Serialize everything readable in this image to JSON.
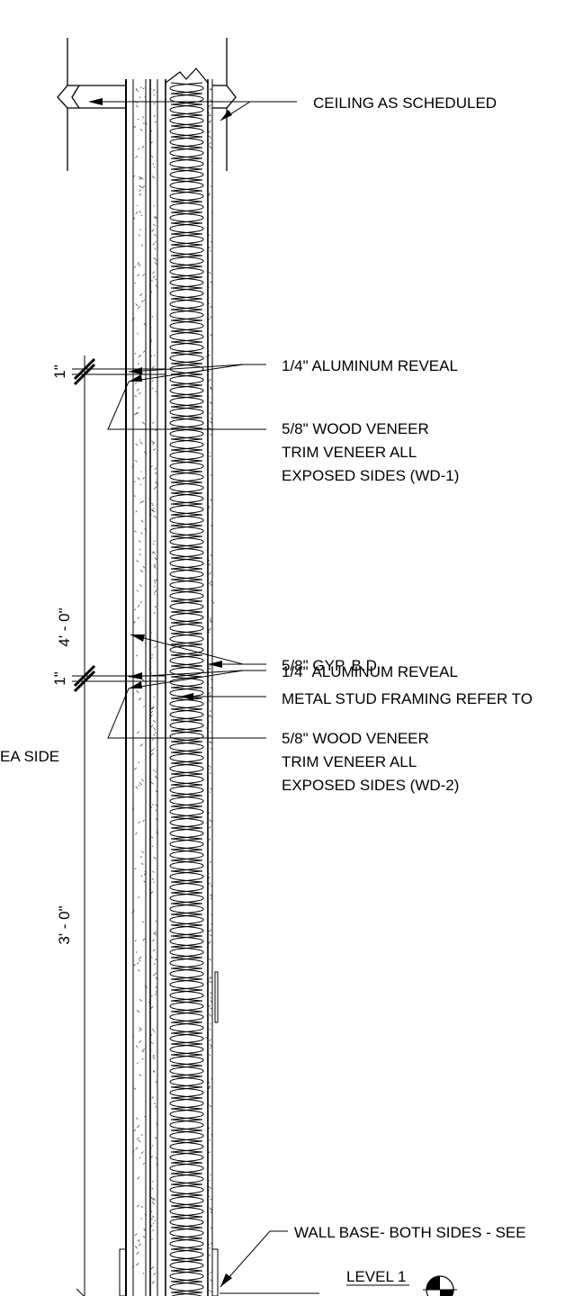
{
  "notes": {
    "ceiling": "CEILING AS SCHEDULED",
    "reveal_upper": "1/4\"  ALUMINUM REVEAL",
    "veneer_upper": [
      "5/8\" WOOD VENEER",
      "TRIM VENEER ALL",
      "EXPOSED SIDES (WD-1)"
    ],
    "gyp_board": "5/8\" GYP. B.D",
    "metal_stud": "METAL STUD FRAMING REFER TO",
    "area_side": "EA SIDE",
    "reveal_lower": "1/4\"  ALUMINUM REVEAL",
    "veneer_lower": [
      "5/8\" WOOD VENEER",
      "TRIM VENEER ALL",
      "EXPOSED SIDES (WD-2)"
    ],
    "wall_base": "WALL BASE- BOTH SIDES - SEE",
    "level": "LEVEL 1"
  },
  "dimensions": {
    "reveal_upper": "1\"",
    "upper_panel": "4' - 0\"",
    "reveal_lower": "1\"",
    "lower_panel": "3' - 0\""
  }
}
